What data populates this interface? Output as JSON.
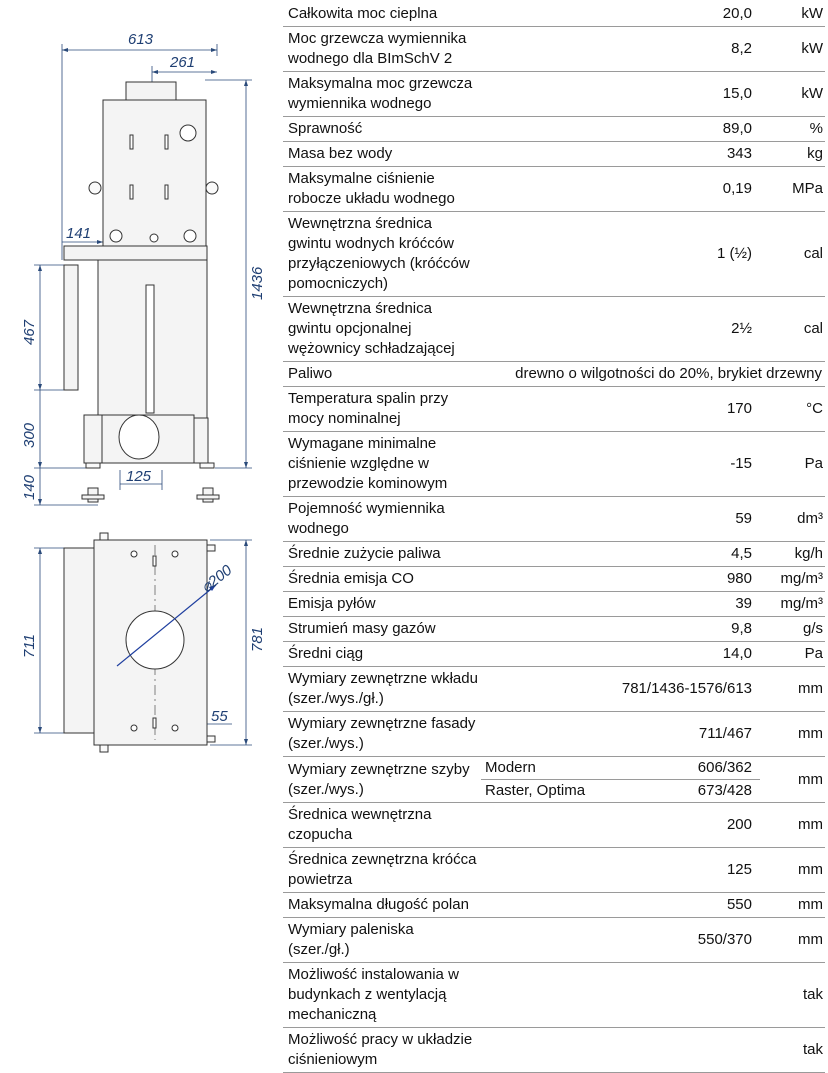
{
  "dimensions": {
    "w613": "613",
    "w261": "261",
    "h1436": "1436",
    "w141": "141",
    "h467": "467",
    "h300": "300",
    "h140": "140",
    "w125": "125",
    "h711": "711",
    "h781": "781",
    "d200": "⌀200",
    "w55": "55"
  },
  "specs": [
    {
      "label": "Całkowita moc cieplna",
      "value": "20,0",
      "unit": "kW"
    },
    {
      "label": "Moc grzewcza wymiennika wodnego dla BImSchV 2",
      "value": "8,2",
      "unit": "kW"
    },
    {
      "label": "Maksymalna moc grzewcza wymiennika wodnego",
      "value": "15,0",
      "unit": "kW"
    },
    {
      "label": "Sprawność",
      "value": "89,0",
      "unit": "%"
    },
    {
      "label": "Masa bez wody",
      "value": "343",
      "unit": "kg"
    },
    {
      "label": "Maksymalne ciśnienie robocze układu wodnego",
      "value": "0,19",
      "unit": "MPa"
    },
    {
      "label": "Wewnętrzna średnica gwintu wodnych króćców przyłączeniowych (króćców pomocniczych)",
      "value": "1 (½)",
      "unit": "cal"
    },
    {
      "label": "Wewnętrzna średnica gwintu opcjonalnej wężownicy schładzającej",
      "value": "2½",
      "unit": "cal"
    },
    {
      "label": "Paliwo",
      "value": "drewno o wilgotności do 20%, brykiet drzewny",
      "unit": ""
    },
    {
      "label": "Temperatura spalin przy mocy nominalnej",
      "value": "170",
      "unit": "°C"
    },
    {
      "label": "Wymagane minimalne ciśnienie wzgl​ędne w przewodzie kominowym",
      "value": "-15",
      "unit": "Pa"
    },
    {
      "label": "Pojemność wymiennika wodnego",
      "value": "59",
      "unit": "dm³"
    },
    {
      "label": "Średnie zużycie paliwa",
      "value": "4,5",
      "unit": "kg/h"
    },
    {
      "label": "Średnia emisja CO",
      "value": "980",
      "unit": "mg/m³"
    },
    {
      "label": "Emisja pyłów",
      "value": "39",
      "unit": "mg/m³"
    },
    {
      "label": "Strumień masy gazów",
      "value": "9,8",
      "unit": "g/s"
    },
    {
      "label": "Średni ciąg",
      "value": "14,0",
      "unit": "Pa"
    },
    {
      "label": "Wymiary zewnętrzne wkładu (szer./wys./gł.)",
      "value": "781/1436-1576/613",
      "unit": "mm"
    },
    {
      "label": "Wymiary zewnętrzne fasady (szer./wys.)",
      "value": "711/467",
      "unit": "mm"
    }
  ],
  "glass": {
    "label": "Wymiary zewnętrzne szyby (szer./wys.)",
    "unit": "mm",
    "rows": [
      {
        "name": "Modern",
        "value": "606/362"
      },
      {
        "name": "Raster, Optima",
        "value": "673/428"
      }
    ]
  },
  "specs2": [
    {
      "label": "Średnica wewnętrzna czopucha",
      "value": "200",
      "unit": "mm"
    },
    {
      "label": "Średnica zewnętrzna króćca powietrza",
      "value": "125",
      "unit": "mm"
    },
    {
      "label": "Maksymalna długość polan",
      "value": "550",
      "unit": "mm"
    },
    {
      "label": "Wymiary paleniska (szer./gł.)",
      "value": "550/370",
      "unit": "mm"
    },
    {
      "label": "Możliwość instalowania w budynkach z wentylacją mechaniczną",
      "value": "",
      "unit": "tak"
    },
    {
      "label": "Możliwość pracy w układzie ciśnieniowym",
      "value": "",
      "unit": "tak"
    }
  ]
}
